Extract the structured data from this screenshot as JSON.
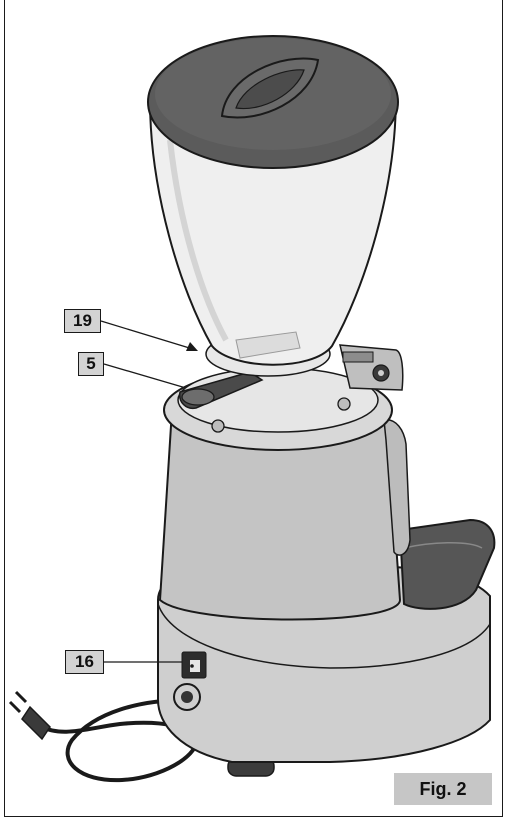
{
  "figure": {
    "label": "Fig. 2",
    "label_color": "#c6c6c6",
    "callouts": [
      {
        "id": "19",
        "text": "19"
      },
      {
        "id": "5",
        "text": "5"
      },
      {
        "id": "16",
        "text": "16"
      }
    ]
  },
  "icons": [
    "coffee-grinder-illustration",
    "power-cord-plug-icon",
    "power-switch-icon",
    "hopper-lid-icon"
  ],
  "colors": {
    "outline": "#1a1a1a",
    "lid": "#5a5a5a",
    "body": "#c4c4c4",
    "tray": "#555555",
    "callout_bg": "#d3d3d3"
  }
}
